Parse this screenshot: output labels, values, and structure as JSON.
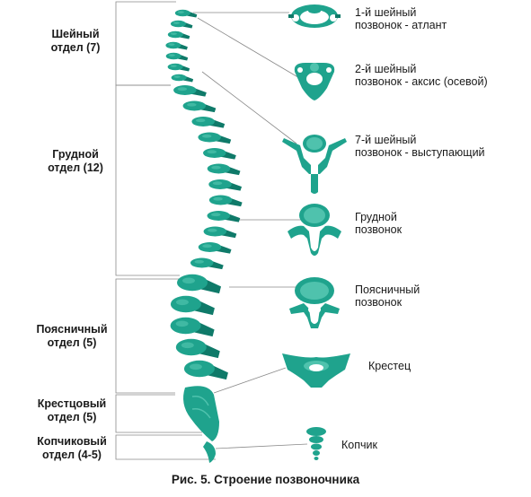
{
  "colors": {
    "bone": "#1fa38d",
    "bone_dark": "#0f7a69",
    "bone_light": "#4fc2ad",
    "line": "#8a8a8a"
  },
  "sections": [
    {
      "id": "cervical",
      "line1": "Шейный",
      "line2": "отдел (7)"
    },
    {
      "id": "thoracic",
      "line1": "Грудной",
      "line2": "отдел (12)"
    },
    {
      "id": "lumbar",
      "line1": "Поясничный",
      "line2": "отдел (5)"
    },
    {
      "id": "sacral",
      "line1": "Крестцовый",
      "line2": "отдел (5)"
    },
    {
      "id": "coccygeal",
      "line1": "Копчиковый",
      "line2": "отдел (4-5)"
    }
  ],
  "vertebrae": [
    {
      "id": "atlas",
      "icon": "atlas-vertebra-icon",
      "line1": "1-й шейный",
      "line2": "позвонок - атлант"
    },
    {
      "id": "axis",
      "icon": "axis-vertebra-icon",
      "line1": "2-й шейный",
      "line2": "позвонок - аксис (осевой)"
    },
    {
      "id": "c7",
      "icon": "prominent-vertebra-icon",
      "line1": "7-й шейный",
      "line2": "позвонок - выступающий"
    },
    {
      "id": "thoracic",
      "icon": "thoracic-vertebra-icon",
      "line1": "Грудной",
      "line2": "позвонок"
    },
    {
      "id": "lumbar",
      "icon": "lumbar-vertebra-icon",
      "line1": "Поясничный",
      "line2": "позвонок"
    },
    {
      "id": "sacrum",
      "icon": "sacrum-icon",
      "line1": "Крестец",
      "line2": ""
    },
    {
      "id": "coccyx",
      "icon": "coccyx-icon",
      "line1": "Копчик",
      "line2": ""
    }
  ],
  "caption": "Рис. 5. Строение позвоночника"
}
